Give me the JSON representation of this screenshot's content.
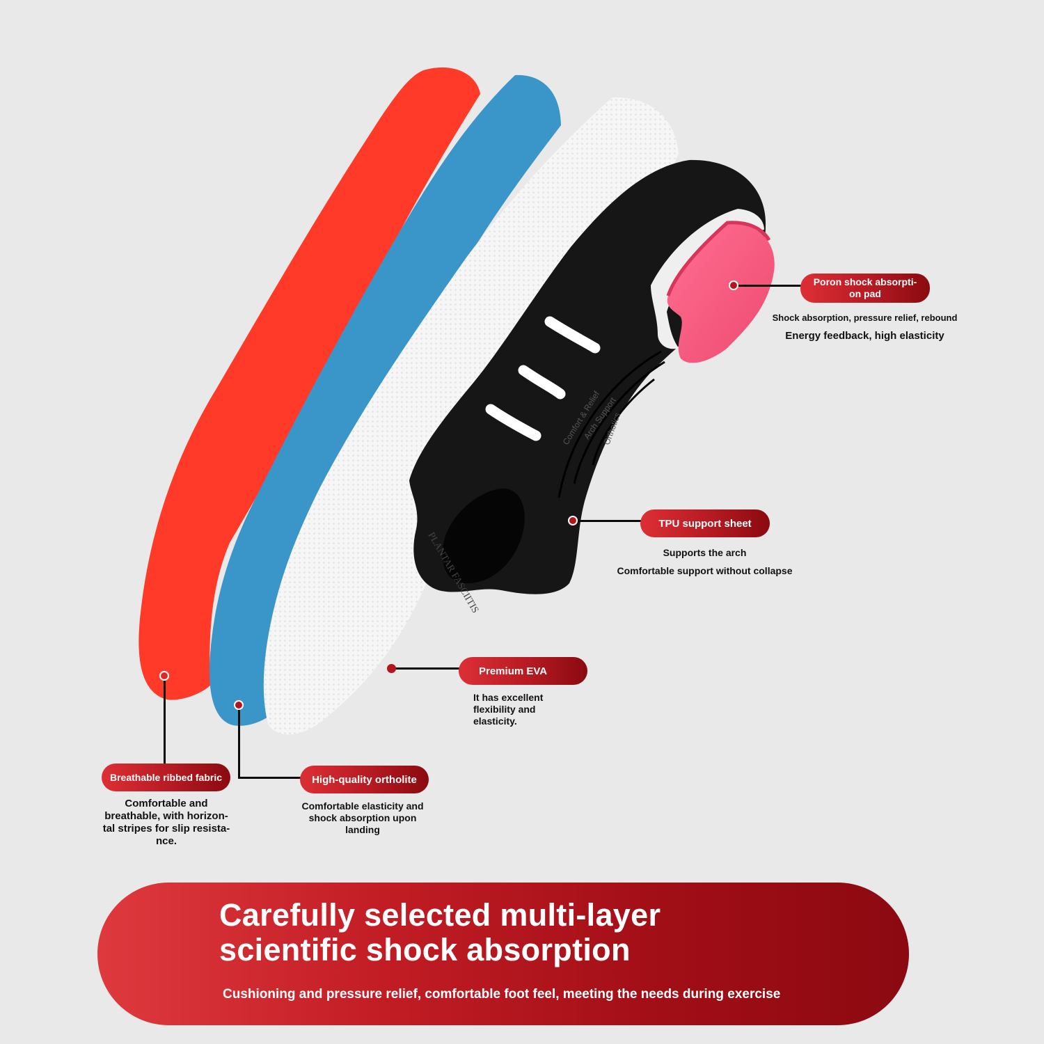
{
  "labels": {
    "poron": {
      "title": "Poron shock absorpti- on pad",
      "desc_line1": "Shock absorption, pressure relief, rebound",
      "desc_line2": "Energy feedback, high elasticity"
    },
    "tpu": {
      "title": "TPU support sheet",
      "desc_line1": "Supports the arch",
      "desc_line2": "Comfortable support without collapse"
    },
    "eva": {
      "title": "Premium EVA",
      "desc_lines": [
        "It has excellent",
        "flexibility and",
        "elasticity."
      ]
    },
    "fabric": {
      "title": "Breathable ribbed fabric",
      "desc_lines": [
        "Comfortable and",
        "breathable, with horizon-",
        "tal stripes for slip resista-",
        "nce."
      ]
    },
    "ortholite": {
      "title": "High-quality ortholite",
      "desc_lines": [
        "Comfortable elasticity and",
        "shock absorption upon",
        "landing"
      ]
    }
  },
  "insole_print": {
    "brand": "PLANTAR FASCIITIS",
    "line1": "Comfort & Relief",
    "line2": "Arch Support",
    "line3": "Orthotics"
  },
  "banner": {
    "title_line1": "Carefully selected multi-layer",
    "title_line2": "scientific shock absorption",
    "subtitle": "Cushioning and pressure relief, comfortable foot feel, meeting the needs during exercise"
  },
  "colors": {
    "red_layer": "#ff3a28",
    "blue_layer": "#3a95c8",
    "white_layer": "#f7f7f7",
    "black_layer": "#161616",
    "pink_pad": "#f45b7e",
    "accent": "#b3151d"
  }
}
